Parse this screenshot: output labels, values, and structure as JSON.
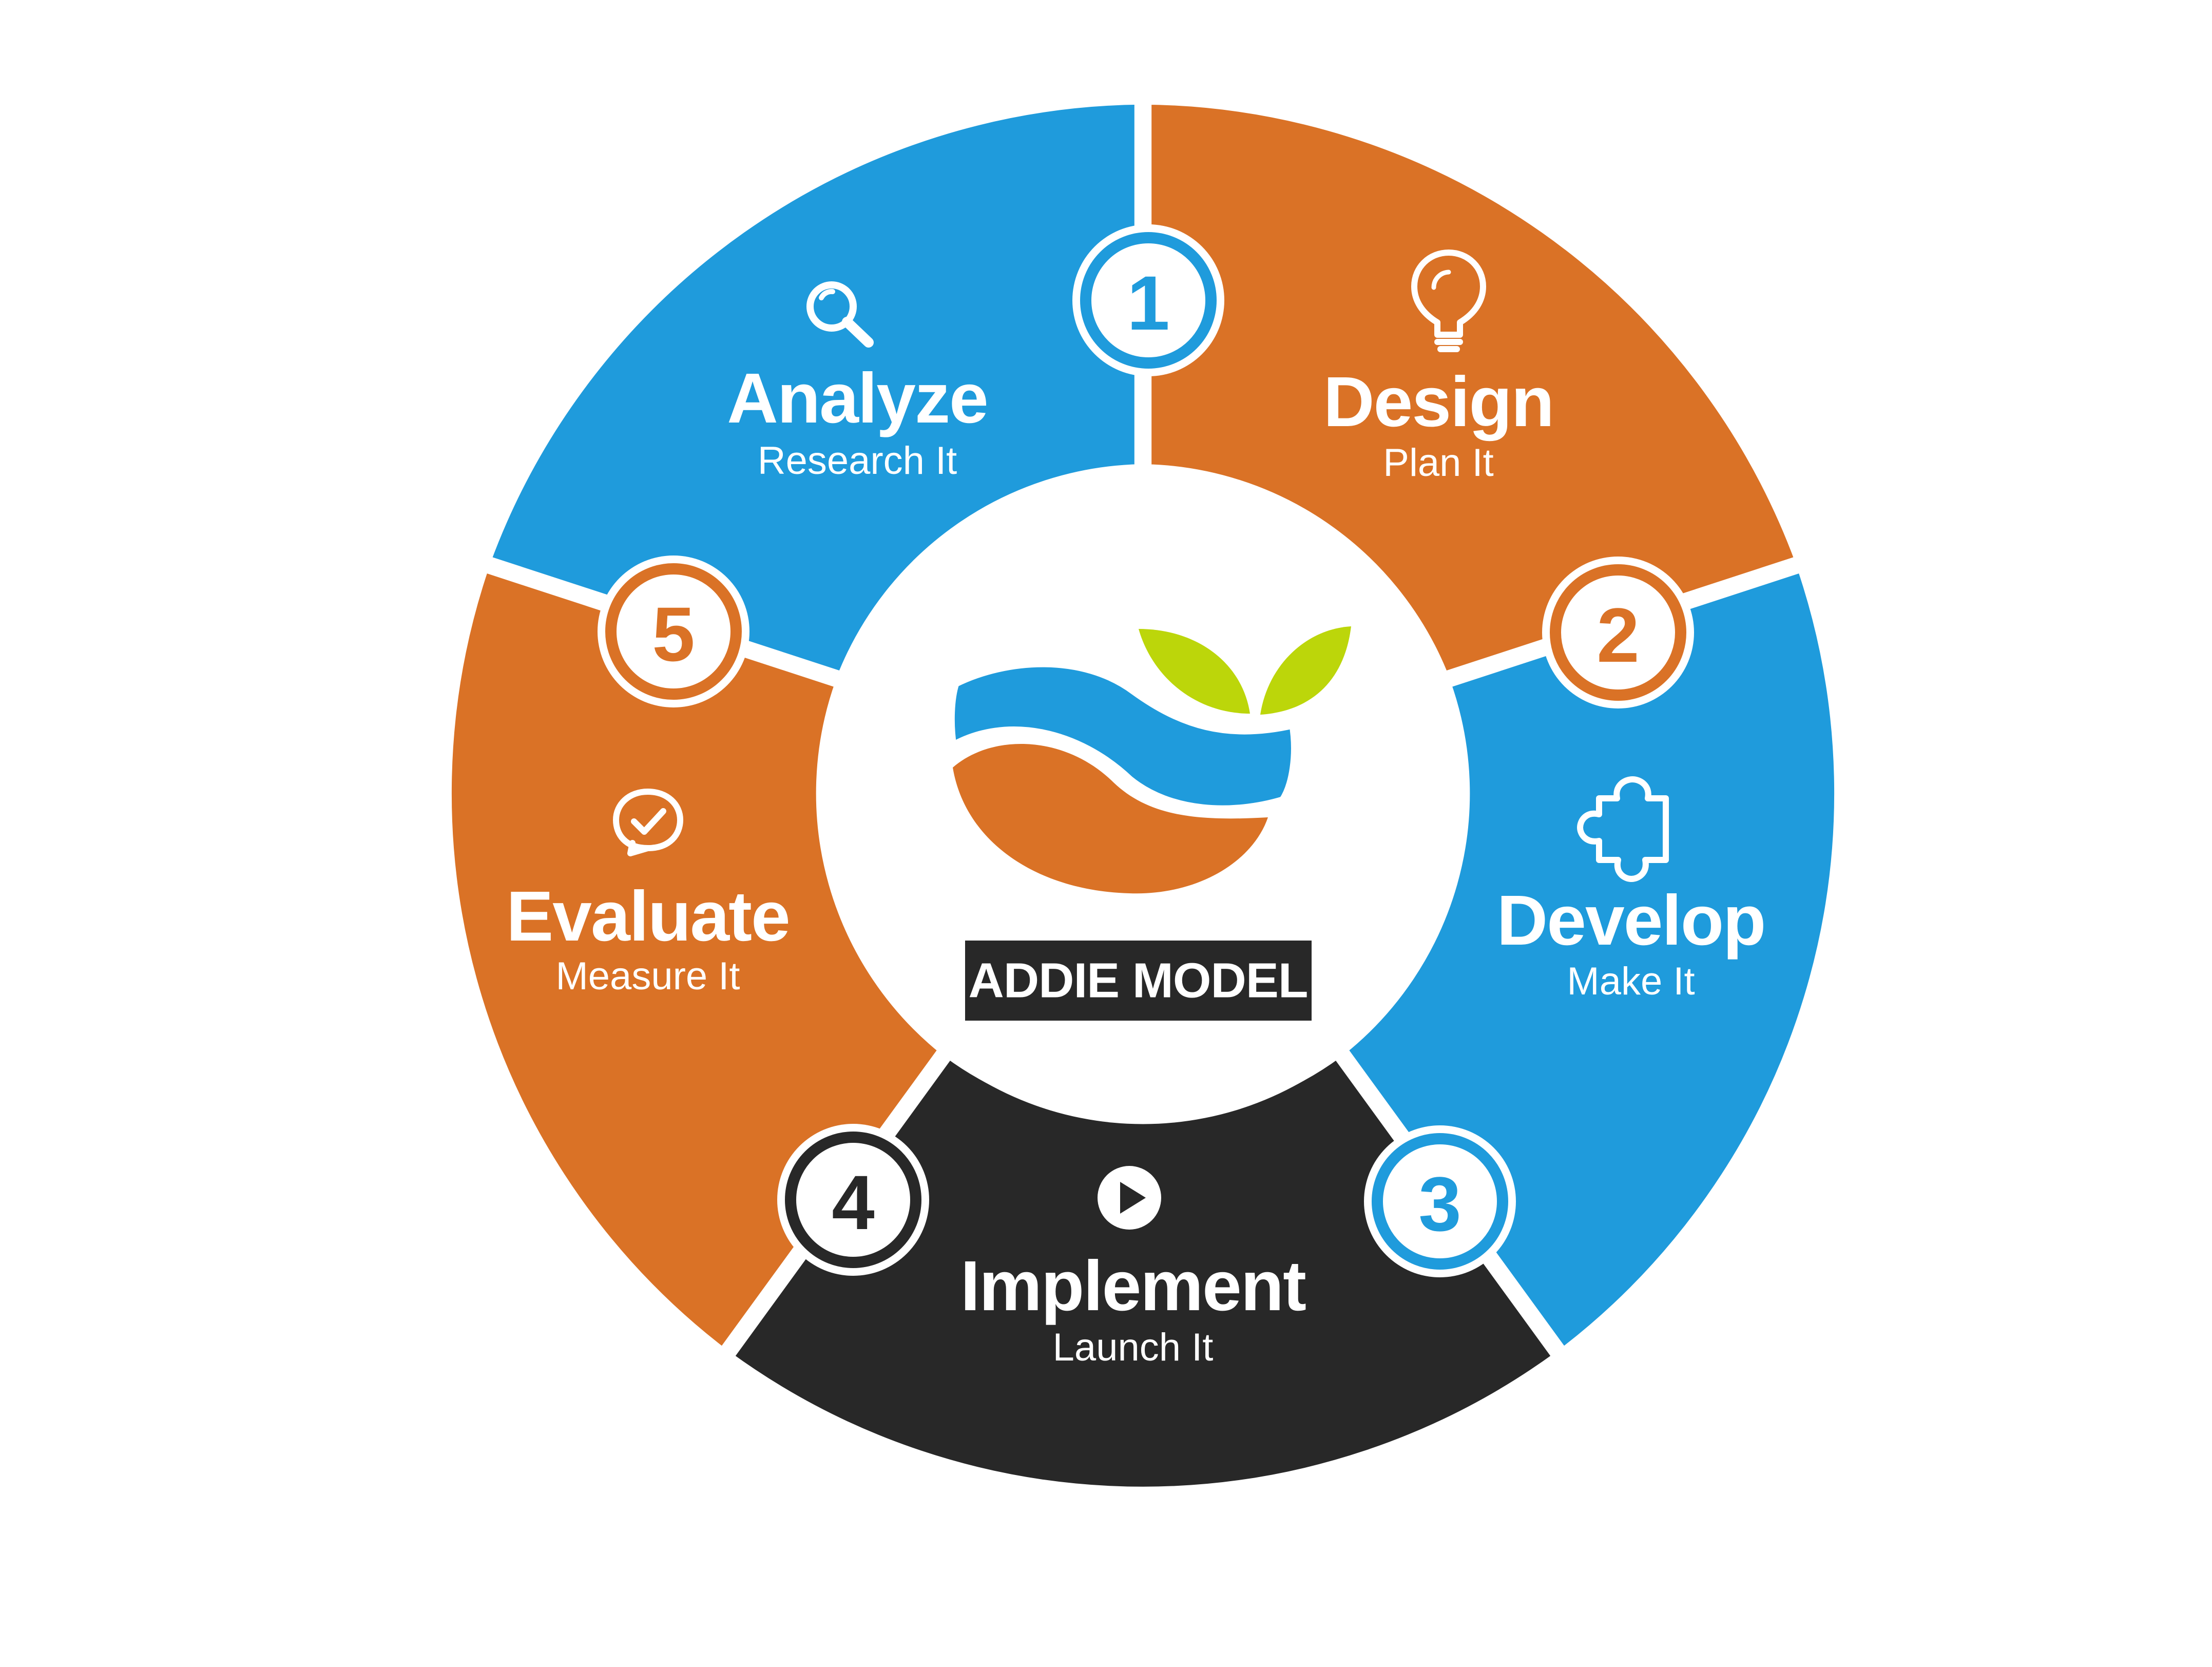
{
  "diagram": {
    "center_label": "ADDIE MODEL",
    "colors": {
      "blue": "#1f9bdc",
      "orange": "#da7226",
      "dark": "#282828",
      "leaf_green": "#bcd60a",
      "white": "#ffffff"
    },
    "segments": [
      {
        "number": "1",
        "title": "Analyze",
        "subtitle": "Research It",
        "icon": "magnifier-icon",
        "color": "blue"
      },
      {
        "number": "2",
        "title": "Design",
        "subtitle": "Plan It",
        "icon": "lightbulb-icon",
        "color": "orange"
      },
      {
        "number": "3",
        "title": "Develop",
        "subtitle": "Make It",
        "icon": "puzzle-icon",
        "color": "blue"
      },
      {
        "number": "4",
        "title": "Implement",
        "subtitle": "Launch It",
        "icon": "play-icon",
        "color": "dark"
      },
      {
        "number": "5",
        "title": "Evaluate",
        "subtitle": "Measure It",
        "icon": "check-chat-icon",
        "color": "orange"
      }
    ]
  }
}
